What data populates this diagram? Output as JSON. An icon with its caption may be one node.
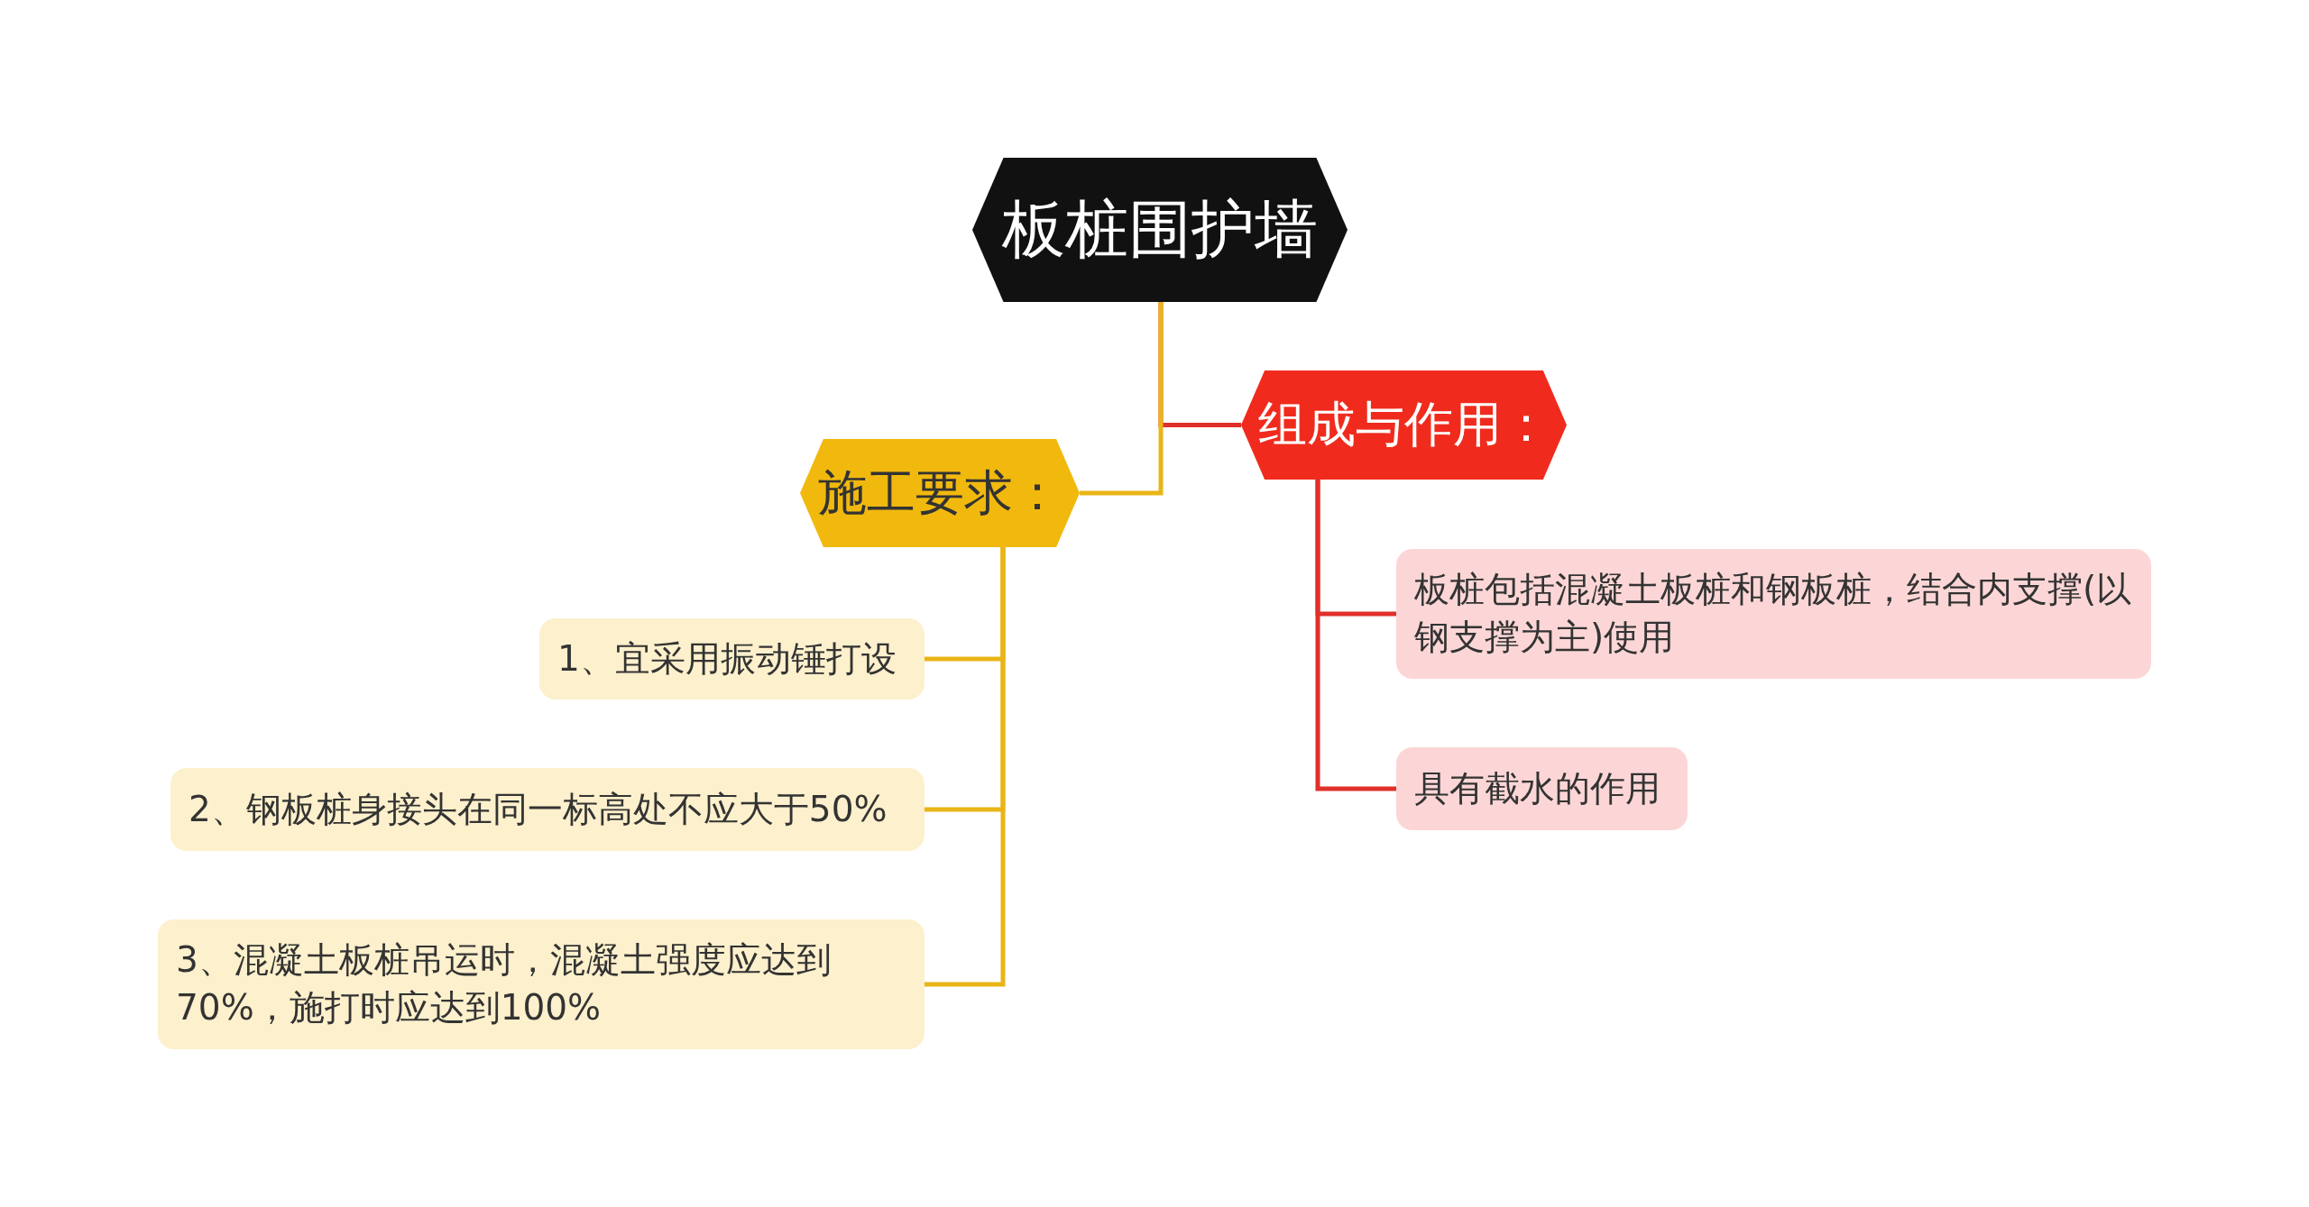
{
  "diagram": {
    "nodes": [
      {
        "text": [
          "板桩围护墙"
        ]
      },
      {
        "text": [
          "组成与作用："
        ]
      },
      {
        "text": [
          "板桩包括混凝土板桩和钢板桩，结合内支撑(以钢支撑为主)使用"
        ]
      },
      {
        "text": [
          "具有截水的作用"
        ]
      },
      {
        "text": [
          "施工要求："
        ]
      },
      {
        "text": [
          "1、宜采用振动锤打设"
        ]
      },
      {
        "text": [
          "2、钢板桩身接头在同一标高处不应大于50%"
        ]
      },
      {
        "text": [
          "3、混凝土板桩吊运时，混凝土强度应达到70%，施打时应达到100%"
        ]
      }
    ],
    "edges": [
      {
        "from": 0,
        "to": 1,
        "arrow": "none",
        "color": "#e0302a"
      },
      {
        "from": 1,
        "to": 2,
        "arrow": "none",
        "color": "#e0302a"
      },
      {
        "from": 1,
        "to": 3,
        "arrow": "none",
        "color": "#e0302a"
      },
      {
        "from": 0,
        "to": 4,
        "arrow": "none"
      },
      {
        "from": 4,
        "to": 5,
        "arrow": "none"
      },
      {
        "from": 4,
        "to": 6,
        "arrow": "none"
      },
      {
        "from": 4,
        "to": 7,
        "arrow": "none"
      }
    ]
  }
}
